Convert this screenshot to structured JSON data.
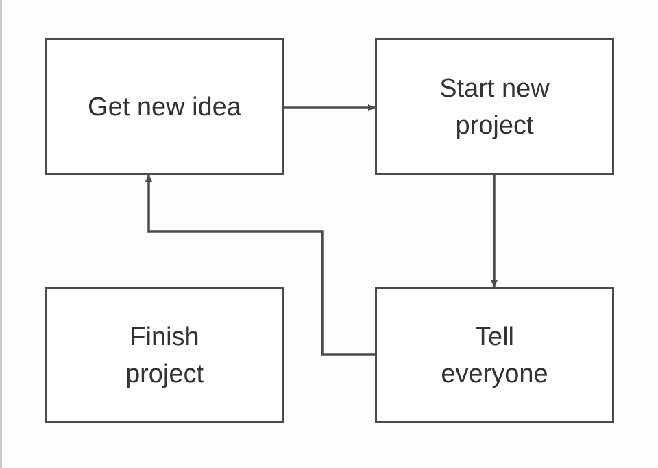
{
  "diagram": {
    "nodes": {
      "idea": {
        "label": "Get new idea"
      },
      "start": {
        "label": "Start new\nproject"
      },
      "finish": {
        "label": "Finish\nproject"
      },
      "tell": {
        "label": "Tell\neveryone"
      }
    },
    "edges": [
      {
        "from": "idea",
        "to": "start"
      },
      {
        "from": "start",
        "to": "tell"
      },
      {
        "from": "tell",
        "to": "idea"
      }
    ],
    "colors": {
      "stroke": "#4b4b4b",
      "text": "#333333",
      "background": "#ffffff"
    }
  }
}
